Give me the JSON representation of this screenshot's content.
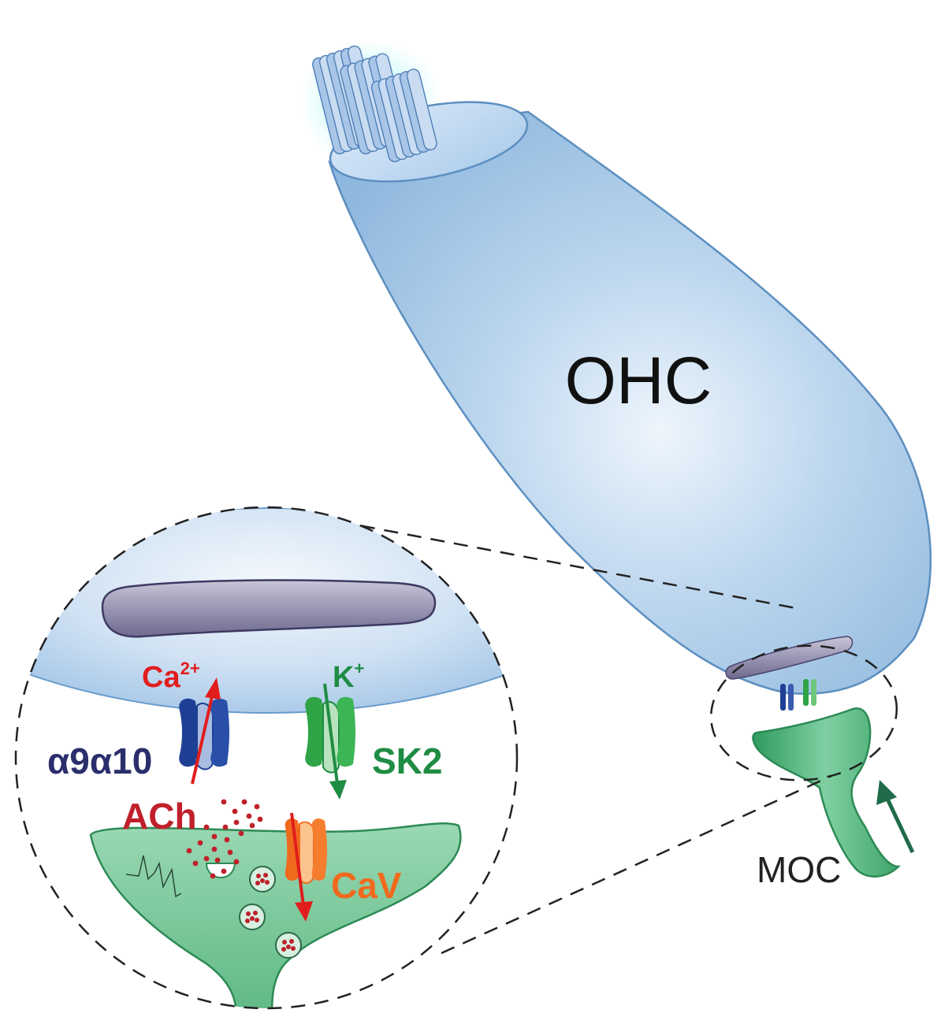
{
  "labels": {
    "ohc": "OHC",
    "moc": "MOC",
    "alpha9alpha10": "α9α10",
    "sk2": "SK2",
    "ach": "ACh",
    "cav": "CaV",
    "ca_base": "Ca",
    "ca_sup": "2+",
    "k_base": "K",
    "k_sup": "+"
  },
  "colors": {
    "cell_light": "#e8f1fa",
    "cell_mid": "#b4d2ec",
    "cell_dark": "#8ab5dc",
    "cell_edge": "#5c8fc0",
    "terminal": "#79c89c",
    "terminal_edge": "#2d8a55",
    "terminal_dark": "#3aa066",
    "cistern": "#8c88a6",
    "receptor_blue": "#1f3f94",
    "receptor_light": "#a9bde0",
    "sk2_green": "#2fa447",
    "sk2_light": "#b8e2bd",
    "cav_orange": "#f06a1e",
    "cav_light": "#fbc48f",
    "ca_red": "#e21d1d",
    "ach_red": "#c0202a",
    "label_navy": "#2a2e6c",
    "label_green": "#1f8c43",
    "arrow_green": "#1f6b4a"
  }
}
